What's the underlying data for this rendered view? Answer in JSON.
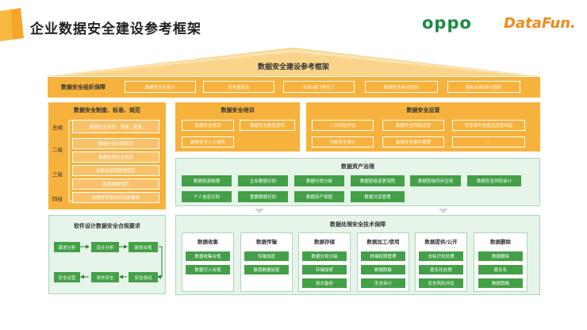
{
  "header": {
    "title": "企业数据安全建设参考框架",
    "logo_oppo": "oppo",
    "logo_datafun": "DataFun."
  },
  "roof": {
    "title": "数据安全建设参考框架"
  },
  "org": {
    "label": "数据安全组织保障",
    "items": [
      "数据安全负责人",
      "安全委员会",
      "业务/部门责任人",
      "数据安全技术团队",
      "隐私合规/审计团队"
    ]
  },
  "policy": {
    "title": "数据安全制度、标准、规范",
    "levels": [
      {
        "label": "总纲",
        "items": [
          "数据安全方针、考核、度量"
        ]
      },
      {
        "label": "二级",
        "items": [
          "数据分类分级规范",
          "数据处理安全规范"
        ]
      },
      {
        "label": "三级",
        "items": [
          "加密及密钥管理规范",
          "数据脱敏规范"
        ]
      },
      {
        "label": "四级",
        "items": [
          "权限管控和访问控制要求"
        ]
      }
    ]
  },
  "training": {
    "title": "数据安全培训",
    "items": [
      "数据安全培训",
      "数据安全教育宣传",
      "数据安全人才培养"
    ]
  },
  "operations": {
    "title": "数据安全运营",
    "items": [
      "三方风险评估",
      "数据安全风险运营",
      "安全事件处置及应急响应",
      "内部安全审计",
      "数据安全事件管理",
      "..."
    ]
  },
  "governance": {
    "title": "数据资产治理",
    "items": [
      "数据资源梳理",
      "企业数据识别",
      "数据分类分级",
      "数据密级变更流程",
      "数据密级同步应用",
      "数据安全风险审计",
      "个人信息识别",
      "重要数据识别",
      "数据资产视图",
      "数据共享管理"
    ]
  },
  "sdl": {
    "title": "软件设计数据安全合规要求",
    "steps": [
      "需求分析",
      "设计分析",
      "研发合规",
      "安全运营",
      "发布安全",
      "安全测试"
    ]
  },
  "tech": {
    "title": "数据处理安全技术保障",
    "columns": [
      {
        "title": "数据收集",
        "items": [
          "数据收集合规",
          "数据引入合规"
        ]
      },
      {
        "title": "数据传输",
        "items": [
          "传输加密",
          "敏感数据加密"
        ]
      },
      {
        "title": "数据存储",
        "items": [
          "数据分类分级",
          "存储加密",
          "容灾备份"
        ]
      },
      {
        "title": "数据加工/使用",
        "items": [
          "终端权限管理",
          "数据脱敏",
          "安全审计"
        ]
      },
      {
        "title": "数据提供/公开",
        "items": [
          "去标识化处理",
          "匿名化处理",
          "安全风险评估"
        ]
      },
      {
        "title": "数据删除",
        "items": [
          "数据删除",
          "匿名化",
          "数据销毁"
        ]
      }
    ]
  },
  "colors": {
    "orange": "#f6b23c",
    "green": "#43a047",
    "light_green": "#e6f4ea"
  }
}
